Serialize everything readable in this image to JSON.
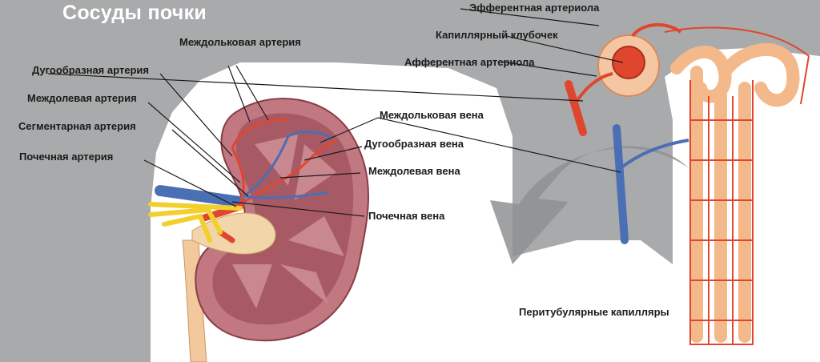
{
  "title": "Сосуды почки",
  "labels": {
    "efferent_arteriole": "Эфферентная артериола",
    "glomerulus": "Капиллярный клубочек",
    "afferent_arteriole": "Афферентная артериола",
    "interlobular_artery": "Междольковая артерия",
    "arcuate_artery": "Дугообразная артерия",
    "interlobar_artery": "Междолевая артерия",
    "segmental_artery": "Сегментарная артерия",
    "renal_artery": "Почечная артерия",
    "interlobular_vein": "Междольковая вена",
    "arcuate_vein": "Дугообразная вена",
    "interlobar_vein": "Междолевая вена",
    "renal_vein": "Почечная вена",
    "peritubular_capillaries": "Перитубулярные капилляры"
  },
  "colors": {
    "background_band": "#a9aaab",
    "artery": "#e0462e",
    "vein": "#4a6fb5",
    "nerve": "#f3cf2c",
    "kidney_tissue": "#b86a72",
    "tubule": "#f3b98a"
  }
}
